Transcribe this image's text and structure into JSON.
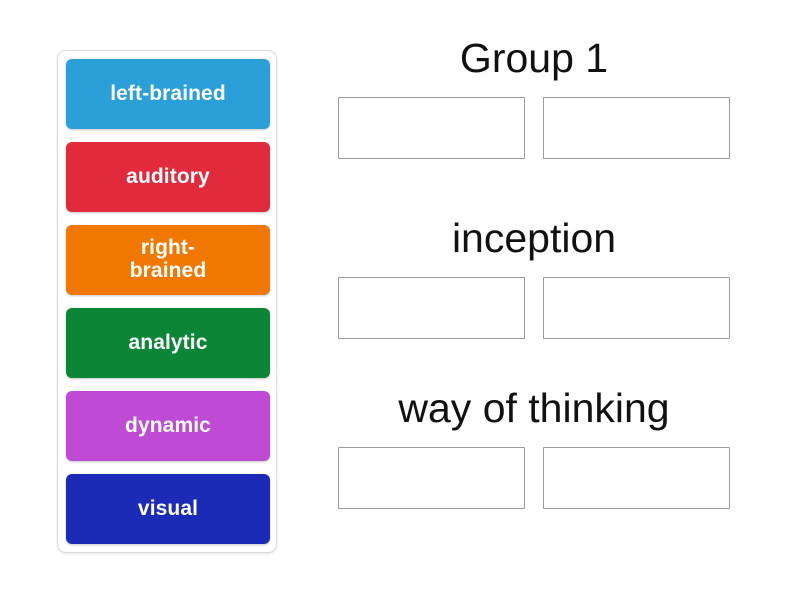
{
  "tray": {
    "name": "word-tiles",
    "tiles": [
      {
        "label": "left-brained",
        "color": "#2a9fd8"
      },
      {
        "label": "auditory",
        "color": "#e12b3c"
      },
      {
        "label": "right-\nbrained",
        "color": "#f07800"
      },
      {
        "label": "analytic",
        "color": "#0d8536"
      },
      {
        "label": "dynamic",
        "color": "#bf4bd4"
      },
      {
        "label": "visual",
        "color": "#1c2bb5"
      }
    ]
  },
  "groups": [
    {
      "title": "Group 1",
      "slots": [
        "",
        ""
      ]
    },
    {
      "title": "inception",
      "slots": [
        "",
        ""
      ]
    },
    {
      "title": "way of thinking",
      "slots": [
        "",
        ""
      ]
    }
  ],
  "colors": {
    "page_background": "#ffffff",
    "tray_border": "#dcdcdc",
    "slot_border": "#9a9a9a",
    "title_text": "#111111",
    "tile_text": "#ffffff"
  }
}
